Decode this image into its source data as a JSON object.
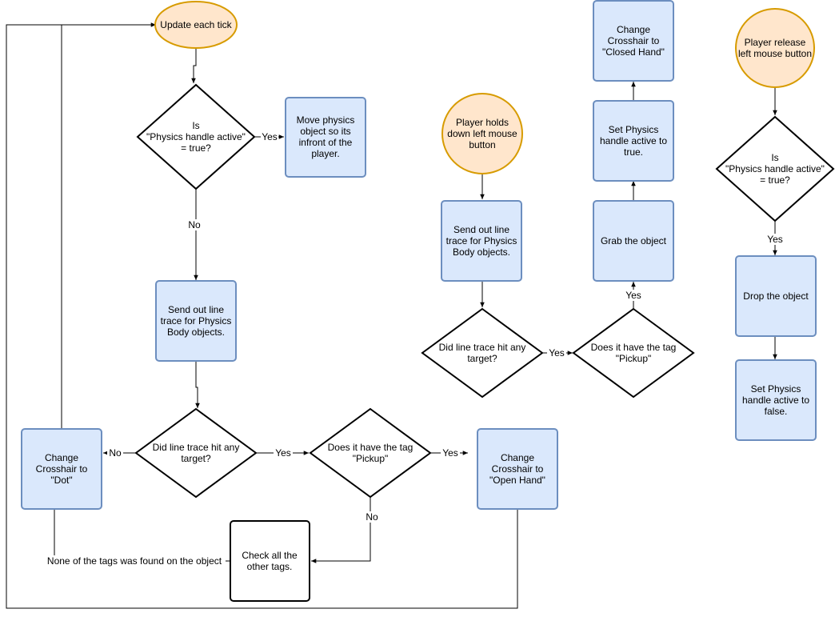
{
  "colors": {
    "process_fill": "#dae8fc",
    "process_stroke": "#6c8ebf",
    "event_fill": "#ffe6cc",
    "event_stroke": "#d79b00",
    "decision_fill": "#ffffff",
    "line": "#000000"
  },
  "nodes": {
    "update_tick": "Update each tick",
    "is_active_1": [
      "Is",
      "\"Physics handle active\"",
      "= true?"
    ],
    "move_object": [
      "Move physics",
      "object so its",
      "infront of the",
      "player."
    ],
    "send_trace_1": [
      "Send out line",
      "trace for Physics",
      "Body objects."
    ],
    "did_hit_1": [
      "Did line trace hit any",
      "target?"
    ],
    "has_tag_1": [
      "Does it have the tag",
      "\"Pickup\""
    ],
    "crosshair_open": [
      "Change",
      "Crosshair to",
      "\"Open Hand\""
    ],
    "crosshair_dot": [
      "Change",
      "Crosshair to",
      "\"Dot\""
    ],
    "check_tags": [
      "Check all the",
      "other tags."
    ],
    "holds_mouse": [
      "Player holds",
      "down left mouse",
      "button"
    ],
    "send_trace_2": [
      "Send out line",
      "trace for Physics",
      "Body objects."
    ],
    "did_hit_2": [
      "Did line trace hit any",
      "target?"
    ],
    "has_tag_2": [
      "Does it have the tag",
      "\"Pickup\""
    ],
    "grab": "Grab the object",
    "set_active_true": [
      "Set Physics",
      "handle active to",
      "true."
    ],
    "crosshair_closed": [
      "Change",
      "Crosshair to",
      "\"Closed Hand\""
    ],
    "release_mouse": [
      "Player release",
      "left mouse button"
    ],
    "is_active_2": [
      "Is",
      "\"Physics handle active\"",
      "= true?"
    ],
    "drop": "Drop the object",
    "set_active_false": [
      "Set Physics",
      "handle active to",
      "false."
    ]
  },
  "edge_labels": {
    "yes": "Yes",
    "no": "No",
    "none_found": "None of the tags was found on the object"
  }
}
